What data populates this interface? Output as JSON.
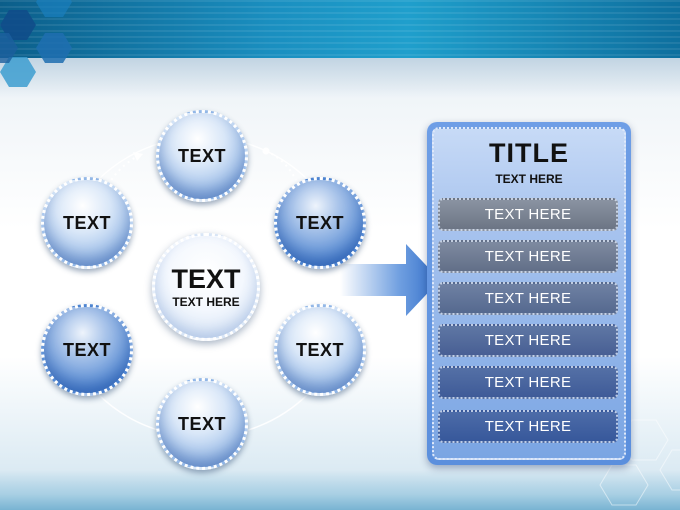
{
  "diagram": {
    "center": {
      "title": "TEXT",
      "subtitle": "TEXT HERE"
    },
    "nodes": [
      "TEXT",
      "TEXT",
      "TEXT",
      "TEXT",
      "TEXT",
      "TEXT"
    ]
  },
  "panel": {
    "title": "TITLE",
    "subtitle": "TEXT HERE",
    "rows": [
      "TEXT HERE",
      "TEXT HERE",
      "TEXT HERE",
      "TEXT HERE",
      "TEXT HERE",
      "TEXT HERE"
    ]
  },
  "colors": {
    "header": "#1a8fc0",
    "node_dark": "#4f86d2",
    "node_light": "#8fb5e6",
    "panel": "#5b8fdd",
    "row_gray": "#737c8c",
    "row_blue": "#3b5f9c"
  }
}
